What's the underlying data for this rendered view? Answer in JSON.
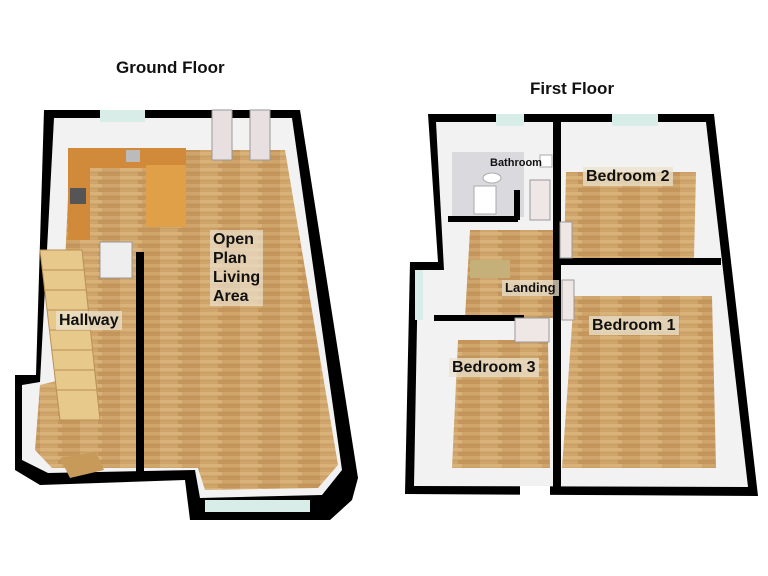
{
  "ground_floor": {
    "title": "Ground Floor",
    "rooms": {
      "living_line1": "Open",
      "living_line2": "Plan",
      "living_line3": "Living",
      "living_line4": "Area",
      "hallway": "Hallway"
    }
  },
  "first_floor": {
    "title": "First Floor",
    "rooms": {
      "bathroom": "Bathroom",
      "bedroom2": "Bedroom 2",
      "landing": "Landing",
      "bedroom1": "Bedroom 1",
      "bedroom3": "Bedroom 3"
    }
  },
  "colors": {
    "floor": "#cfa56b",
    "wall": "#000000",
    "wall_face": "#f2f2f2",
    "window": "#d8ece8"
  }
}
